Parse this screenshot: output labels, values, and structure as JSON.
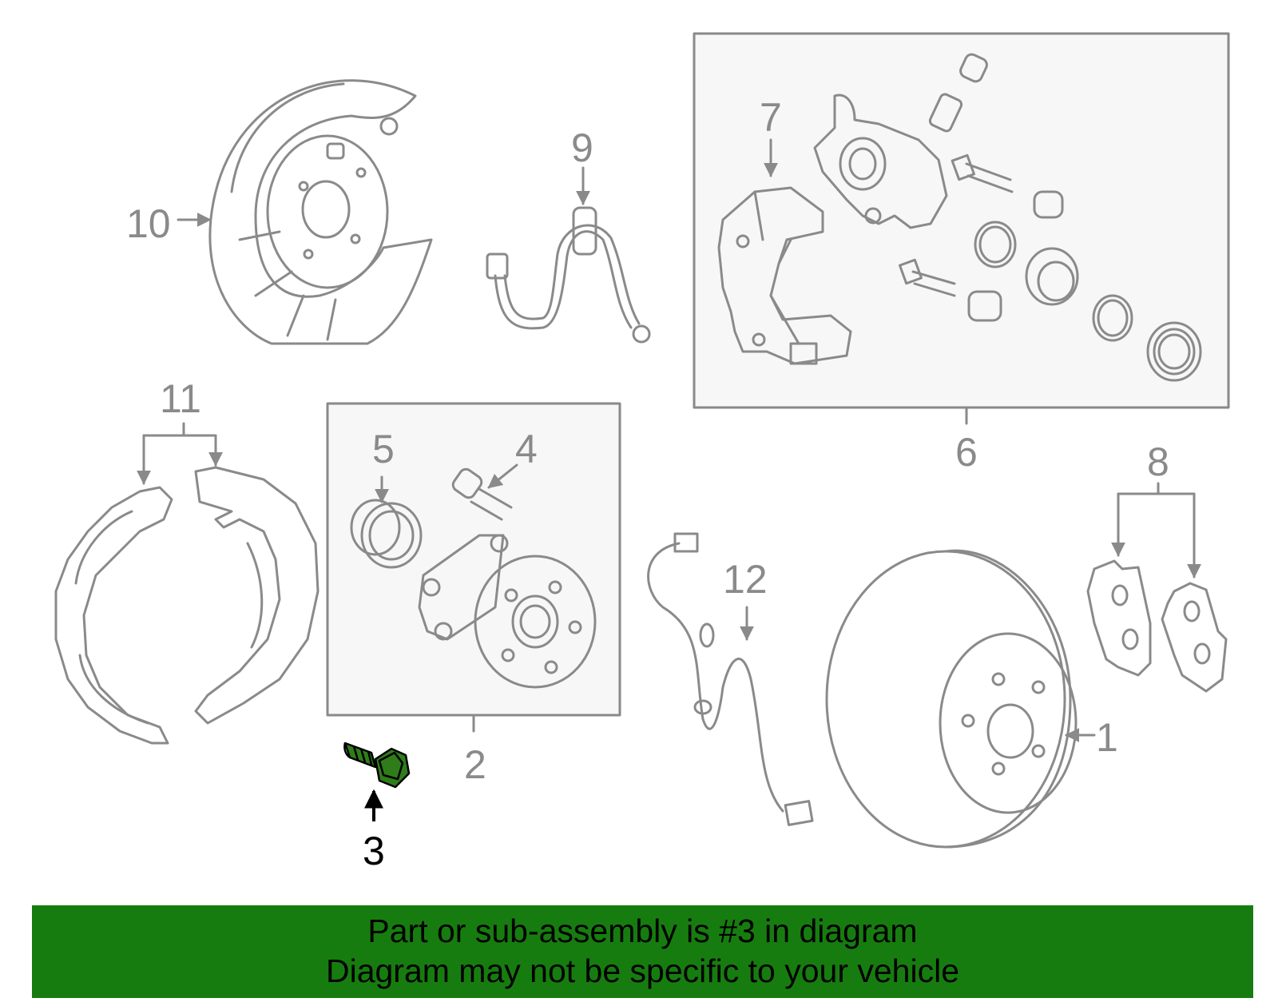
{
  "colors": {
    "line": "#8a8a8a",
    "highlight_fill": "#2f7d1a",
    "highlight_text": "#000000",
    "banner_bg": "#177c0f",
    "box_fill": "#f7f7f7"
  },
  "diagram": {
    "callouts": {
      "c1": "1",
      "c2": "2",
      "c3": "3",
      "c4": "4",
      "c5": "5",
      "c6": "6",
      "c7": "7",
      "c8": "8",
      "c9": "9",
      "c10": "10",
      "c11": "11",
      "c12": "12"
    },
    "highlighted_part": "3"
  },
  "banner": {
    "line1": "Part or sub-assembly is #3 in diagram",
    "line2": "Diagram may not be specific to your vehicle"
  }
}
